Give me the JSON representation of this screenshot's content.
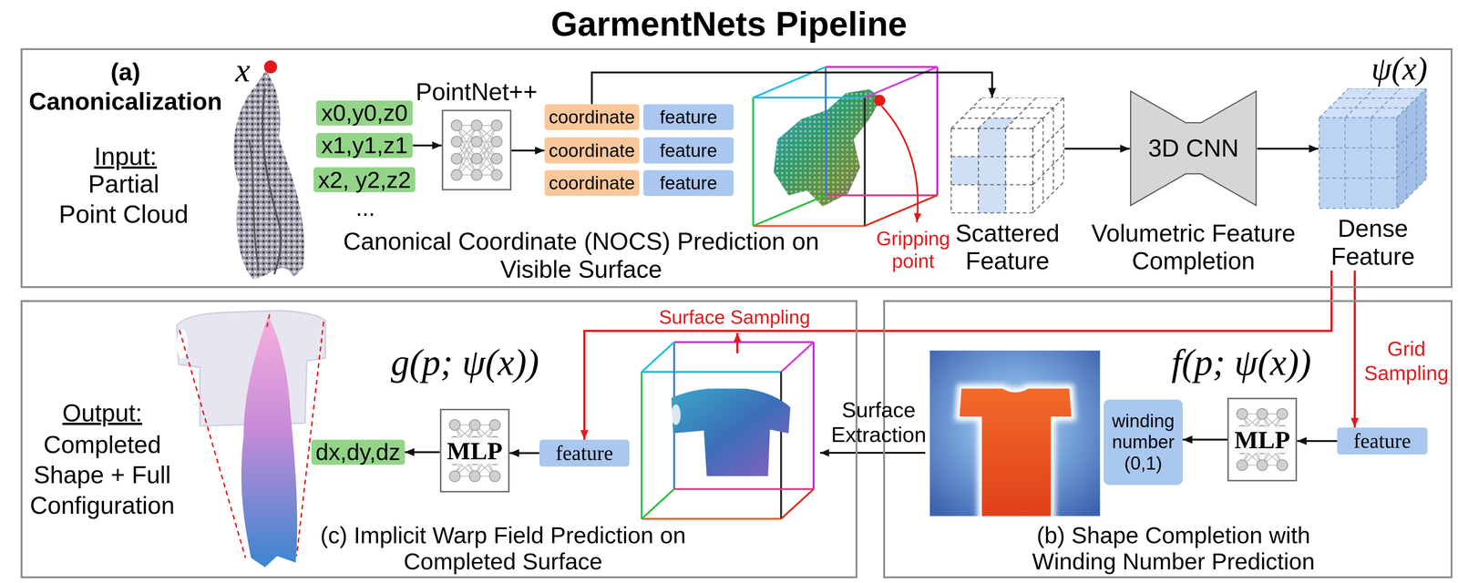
{
  "diagram": {
    "title": "GarmentNets Pipeline",
    "nodes": [
      {
        "text": [
          "(a) Canonicalization",
          "Input:",
          "Partial Point Cloud"
        ]
      },
      {
        "text": [
          "x0,y0,z0"
        ],
        "in": 0
      },
      {
        "text": [
          "x1,y1,z1"
        ],
        "in": 0
      },
      {
        "text": [
          "x2, y2,z2"
        ],
        "in": 0
      },
      {
        "text": [
          "PointNet++"
        ],
        "in": 0
      },
      {
        "text": [
          "coordinate"
        ],
        "in": 0
      },
      {
        "text": [
          "feature"
        ],
        "in": 0
      },
      {
        "text": [
          "coordinate"
        ],
        "in": 0
      },
      {
        "text": [
          "feature"
        ],
        "in": 0
      },
      {
        "text": [
          "coordinate"
        ],
        "in": 0
      },
      {
        "text": [
          "feature"
        ],
        "in": 0
      },
      {
        "text": [
          "Scattered Feature"
        ],
        "in": 0
      },
      {
        "text": [
          "3D CNN",
          "Volumetric Feature Completion"
        ],
        "in": 0
      },
      {
        "text": [
          "Dense Feature"
        ],
        "in": 0
      },
      {
        "text": [
          "(c) Implicit Warp Field Prediction on Completed Surface"
        ]
      },
      {
        "text": [
          "dx,dy,dz"
        ],
        "in": 14
      },
      {
        "text": [
          "MLP"
        ],
        "in": 14
      },
      {
        "text": [
          "feature"
        ],
        "in": 14
      },
      {
        "text": [
          "(b) Shape Completion with Winding Number Prediction"
        ]
      },
      {
        "text": [
          "winding number (0,1)"
        ],
        "in": 18
      },
      {
        "text": [
          "MLP"
        ],
        "in": 18
      },
      {
        "text": [
          "feature"
        ],
        "in": 18
      }
    ],
    "edges": [
      {
        "from": 2,
        "to": 4,
        "arrow": "to"
      },
      {
        "from": 4,
        "to": 7,
        "arrow": "to"
      },
      {
        "from": 5,
        "to": 11,
        "arrow": "to"
      },
      {
        "from": 11,
        "to": 12,
        "arrow": "to"
      },
      {
        "from": 12,
        "to": 13,
        "arrow": "to"
      },
      {
        "from": 13,
        "to": 21,
        "label": "Grid Sampling",
        "arrow": "to"
      },
      {
        "from": 13,
        "to": 17,
        "arrow": "to"
      },
      {
        "from": 21,
        "to": 20,
        "arrow": "to"
      },
      {
        "from": 20,
        "to": 19,
        "arrow": "to"
      },
      {
        "from": 17,
        "to": 16,
        "arrow": "to"
      },
      {
        "from": 16,
        "to": 15,
        "arrow": "to"
      }
    ],
    "labels": [
      "x",
      "...",
      "Canonical Coordinate (NOCS) Prediction on Visible Surface",
      "Gripping point",
      "ψ(x)",
      "Surface Sampling",
      "g(p; ψ(x))",
      "f(p; ψ(x))",
      "Surface Extraction",
      "Output:",
      "Completed Shape + Full Configuration"
    ]
  }
}
